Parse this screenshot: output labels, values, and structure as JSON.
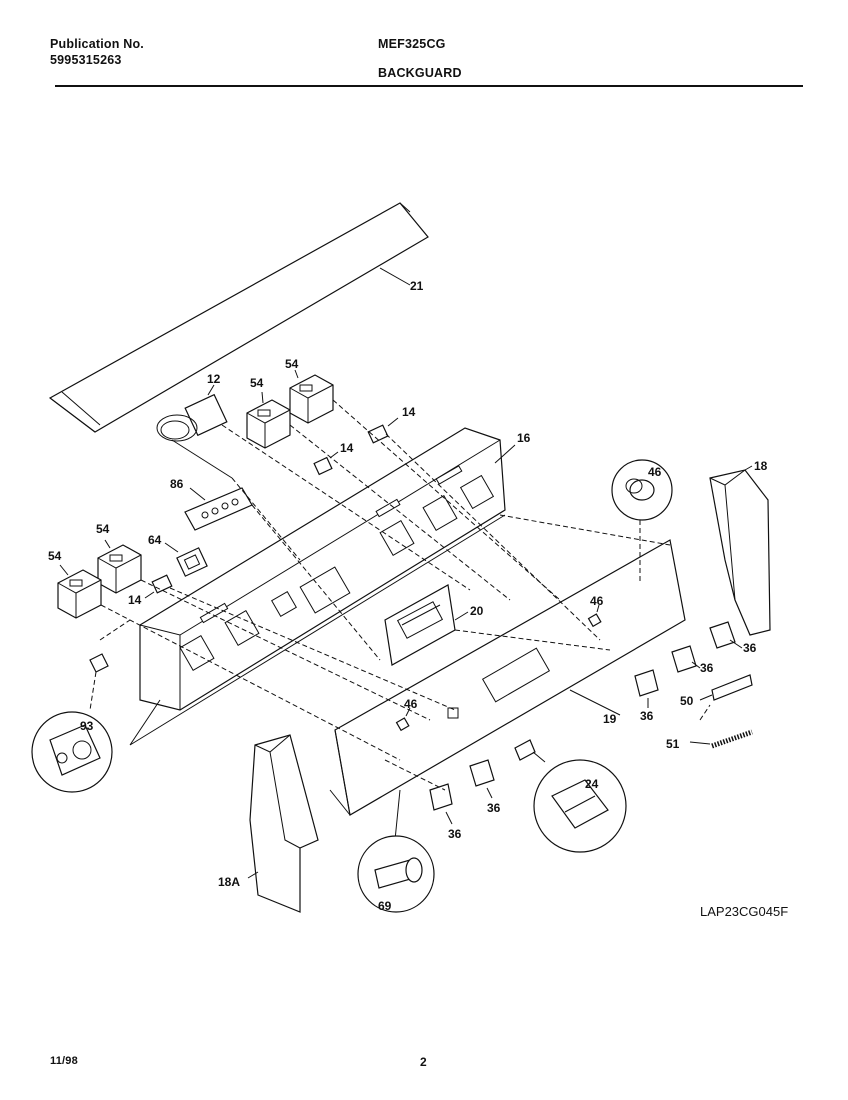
{
  "header": {
    "publication_label": "Publication No.",
    "publication_number": "5995315263",
    "model": "MEF325CG",
    "section": "BACKGUARD"
  },
  "diagram": {
    "drawing_code": "LAP23CG045F",
    "callouts": {
      "c21": "21",
      "c12": "12",
      "c54a": "54",
      "c54b": "54",
      "c14a": "14",
      "c14b": "14",
      "c16": "16",
      "c46a": "46",
      "c18": "18",
      "c86": "86",
      "c54c": "54",
      "c64": "64",
      "c54d": "54",
      "c14c": "14",
      "c20": "20",
      "c46b": "46",
      "c36a": "36",
      "c36b": "36",
      "c36c": "36",
      "c50": "50",
      "c93": "93",
      "c46c": "46",
      "c19": "19",
      "c51": "51",
      "c24": "24",
      "c36d": "36",
      "c36e": "36",
      "c18a": "18A",
      "c69": "69"
    }
  },
  "footer": {
    "date": "11/98",
    "page": "2"
  }
}
